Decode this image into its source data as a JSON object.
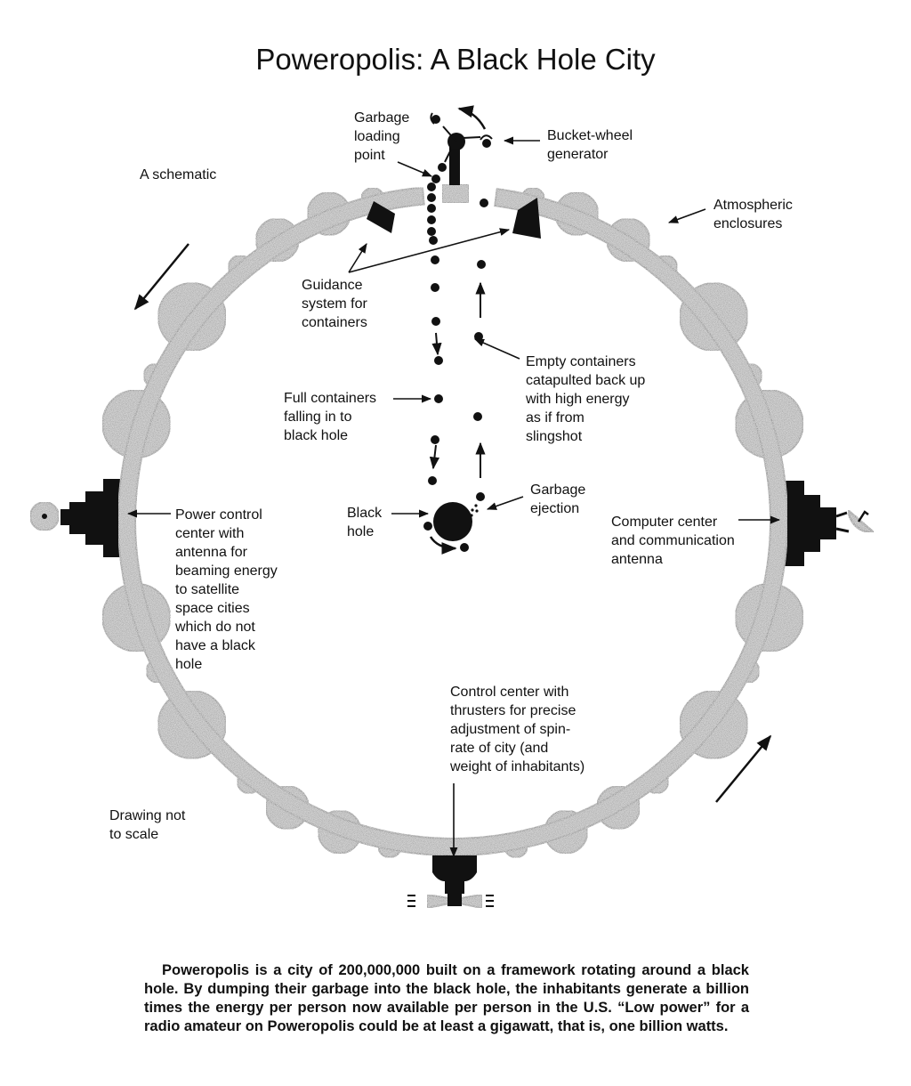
{
  "title": "Poweropolis: A Black Hole City",
  "labels": {
    "schematic": "A schematic",
    "garbage_loading": "Garbage\nloading\npoint",
    "bucket_wheel": "Bucket-wheel\ngenerator",
    "atmospheric": "Atmospheric\nenclosures",
    "guidance": "Guidance\nsystem for\ncontainers",
    "empty_containers": "Empty containers\ncatapulted back up\nwith high energy\nas if from\nslingshot",
    "full_containers": "Full containers",
    "full_containers_2": "falling in to\nblack hole",
    "garbage_ejection": "Garbage\nejection",
    "black_hole": "Black\nhole",
    "power_control": "Power control\ncenter with\nantenna for\nbeaming energy\nto satellite\nspace cities\nwhich do not\nhave a black\nhole",
    "computer_center": "Computer center\nand communication\nantenna",
    "control_center": "Control center with\nthrusters for precise\nadjustment of spin-\nrate of city (and\nweight of inhabitants)",
    "not_to_scale": "Drawing not\nto scale"
  },
  "caption": "Poweropolis is a city of 200,000,000 built on a framework rotating around a black hole. By dumping their garbage into the black hole, the inhabitants generate a billion times the energy per person now available per person in the U.S. “Low power” for a radio amateur on Poweropolis could be at least a gigawatt, that is, one billion watts.",
  "colors": {
    "ink": "#111111",
    "ring_fill": "#8c8c8c",
    "enclosure_fill": "#8a8a8a",
    "background": "#ffffff"
  },
  "diagram": {
    "rotation": "counterclockwise",
    "enclosures": [
      {
        "angle": -14,
        "size": "small"
      },
      {
        "angle": -22,
        "size": "medium"
      },
      {
        "angle": -32,
        "size": "medium"
      },
      {
        "angle": -40,
        "size": "small"
      },
      {
        "angle": -52,
        "size": "large"
      },
      {
        "angle": -64,
        "size": "small"
      },
      {
        "angle": -73,
        "size": "large"
      },
      {
        "angle": -107,
        "size": "large"
      },
      {
        "angle": -117,
        "size": "small"
      },
      {
        "angle": -128,
        "size": "large"
      },
      {
        "angle": -142,
        "size": "small"
      },
      {
        "angle": -150,
        "size": "medium"
      },
      {
        "angle": -160,
        "size": "medium"
      },
      {
        "angle": -169,
        "size": "small"
      },
      {
        "angle": 14,
        "size": "small"
      },
      {
        "angle": 22,
        "size": "medium"
      },
      {
        "angle": 32,
        "size": "medium"
      },
      {
        "angle": 40,
        "size": "small"
      },
      {
        "angle": 52,
        "size": "large"
      },
      {
        "angle": 64,
        "size": "small"
      },
      {
        "angle": 73,
        "size": "large"
      },
      {
        "angle": 107,
        "size": "large"
      },
      {
        "angle": 117,
        "size": "small"
      },
      {
        "angle": 128,
        "size": "large"
      },
      {
        "angle": 142,
        "size": "small"
      },
      {
        "angle": 150,
        "size": "medium"
      },
      {
        "angle": 160,
        "size": "medium"
      },
      {
        "angle": 169,
        "size": "small"
      }
    ],
    "falling_containers": 11,
    "rising_containers": 5
  }
}
